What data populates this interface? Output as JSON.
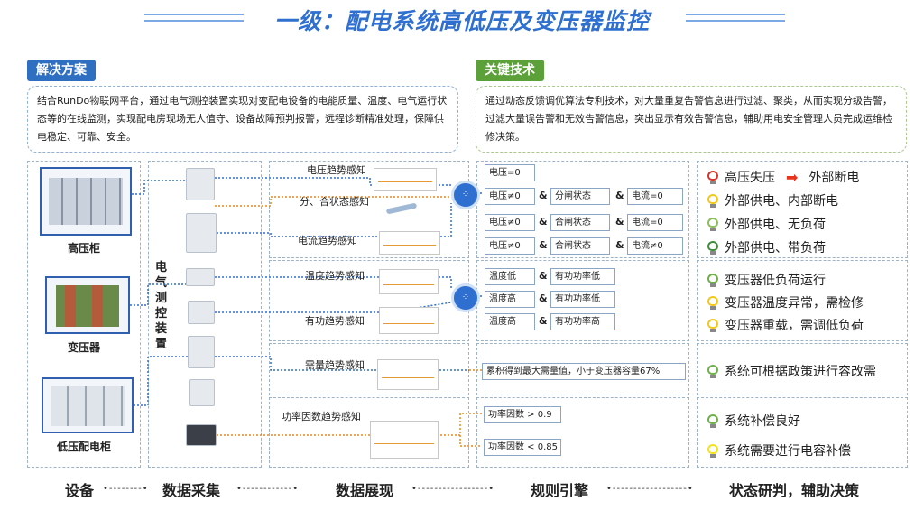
{
  "title": "一级：配电系统高低压及变压器监控",
  "solution": {
    "tag": "解决方案",
    "text": "结合RunDo物联网平台，通过电气测控装置实现对变配电设备的电能质量、温度、电气运行状态等的在线监测，实现配电房现场无人值守、设备故障预判报警，远程诊断精准处理，保障供电稳定、可靠、安全。"
  },
  "tech": {
    "tag": "关键技术",
    "text": "通过动态反馈调优算法专利技术，对大量重复告警信息进行过滤、聚类，从而实现分级告警，过滤大量误告警和无效告警信息，突出显示有效告警信息，辅助用电安全管理人员完成运维检修决策。"
  },
  "devices": [
    "高压柜",
    "变压器",
    "低压配电柜"
  ],
  "collector_label": "电气测控装置",
  "trends": [
    "电压趋势感知",
    "分、合状态感知",
    "电流趋势感知",
    "温度趋势感知",
    "有功趋势感知",
    "需量趋势感知",
    "功率因数趋势感知"
  ],
  "rules": {
    "r1": [
      "电压=0"
    ],
    "r2": [
      "电压≠0",
      "分闸状态",
      "电流=0"
    ],
    "r3": [
      "电压≠0",
      "合闸状态",
      "电流=0"
    ],
    "r4": [
      "电压≠0",
      "合闸状态",
      "电流≠0"
    ],
    "r5": [
      "温度低",
      "有功功率低"
    ],
    "r6": [
      "温度高",
      "有功功率低"
    ],
    "r7": [
      "温度高",
      "有功功率高"
    ],
    "r8": [
      "累积得到最大需量值，小于变压器容量67%"
    ],
    "r9": [
      "功率因数 > 0.9"
    ],
    "r10": [
      "功率因数 < 0.85"
    ],
    "amp": "&"
  },
  "status": {
    "s1": "高压失压",
    "s1b": "外部断电",
    "s2": "外部供电、内部断电",
    "s3": "外部供电、无负荷",
    "s4": "外部供电、带负荷",
    "s5": "变压器低负荷运行",
    "s6": "变压器温度异常，需检修",
    "s7": "变压器重载，需调低负荷",
    "s8": "系统可根据政策进行容改需",
    "s9": "系统补偿良好",
    "s10": "系统需要进行电容补偿"
  },
  "flow": [
    "设备",
    "数据采集",
    "数据展现",
    "规则引擎",
    "状态研判，辅助决策"
  ],
  "colors": {
    "title": "#2e6fd0",
    "solution_tag": "#2f6fc2",
    "tech_tag": "#5ca03a",
    "connector": "#2f6fd0",
    "orange": "#e8891c"
  }
}
